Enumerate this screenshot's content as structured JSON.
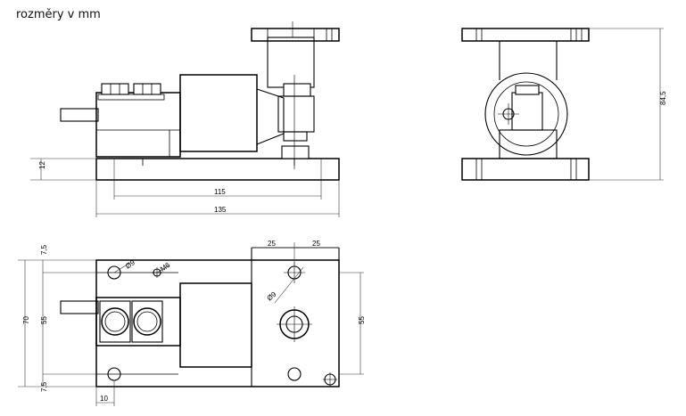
{
  "title": "rozměry v mm",
  "dimensions": {
    "front_height": "12",
    "front_inner_width": "115",
    "front_total_width": "135",
    "side_height": "84,5",
    "top_edge_top": "7,5",
    "top_edge_bottom": "7,5",
    "top_total_height": "70",
    "top_inner_height_left": "55",
    "top_inner_height_right": "55",
    "top_pitch_1": "25",
    "top_pitch_2": "25",
    "top_offset": "10",
    "hole_dia_small": "Ø9",
    "hole_dia_left": "Ø9",
    "hole_dia_right": "Ø9",
    "thread_size": "M6"
  }
}
